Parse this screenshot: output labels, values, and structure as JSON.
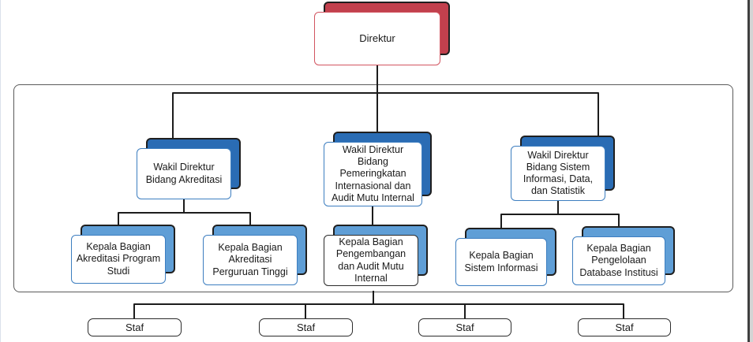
{
  "org_chart": {
    "direktur": {
      "label": "Direktur"
    },
    "level2": [
      {
        "label": "Wakil Direktur Bidang Akreditasi"
      },
      {
        "label": "Wakil Direktur Bidang Pemeringkatan Internasional dan Audit Mutu Internal"
      },
      {
        "label": "Wakil Direktur Bidang Sistem Informasi, Data, dan Statistik"
      }
    ],
    "level3": [
      {
        "label": "Kepala Bagian Akreditasi Program Studi"
      },
      {
        "label": "Kepala Bagian Akreditasi Perguruan Tinggi"
      },
      {
        "label": "Kepala Bagian Pengembangan dan Audit Mutu Internal"
      },
      {
        "label": "Kepala Bagian Sistem Informasi"
      },
      {
        "label": "Kepala Bagian Pengelolaan Database Institusi"
      }
    ],
    "staff": [
      {
        "label": "Staf"
      },
      {
        "label": "Staf"
      },
      {
        "label": "Staf"
      },
      {
        "label": "Staf"
      }
    ]
  },
  "colors": {
    "accent-red": "#c2404d",
    "accent-red-border": "#d25560",
    "dark-blue": "#2a6cb4",
    "light-blue": "#5f9ed6",
    "blue-border": "#3d7ec0",
    "line": "#1c1c1c"
  }
}
